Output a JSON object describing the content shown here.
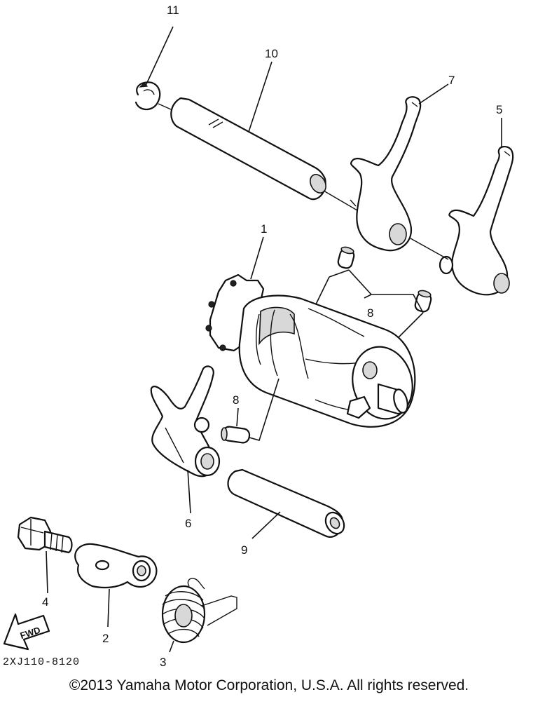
{
  "diagram": {
    "callouts": {
      "c1": "1",
      "c2": "2",
      "c3": "3",
      "c4": "4",
      "c5": "5",
      "c6": "6",
      "c7": "7",
      "c8a": "8",
      "c8b": "8",
      "c9": "9",
      "c10": "10",
      "c11": "11"
    },
    "fwd_label": "FWD",
    "drawing_code": "2XJ110-8120"
  },
  "footer": {
    "copyright": "©2013 Yamaha Motor Corporation, U.S.A. All rights reserved."
  }
}
